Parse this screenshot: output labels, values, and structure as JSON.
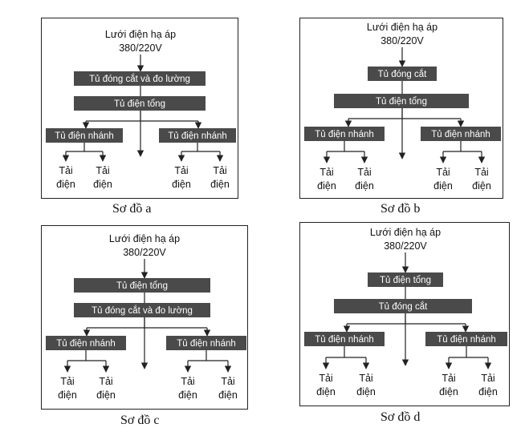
{
  "diagrams": [
    {
      "caption": "Sơ đồ a",
      "source": [
        "Lưới điện hạ áp",
        "380/220V"
      ],
      "top_boxes": [
        "Tủ đóng cắt và đo lường",
        "Tủ điện tổng"
      ],
      "branch_label": "Tủ điện nhánh",
      "load": [
        "Tải",
        "điện"
      ]
    },
    {
      "caption": "Sơ đồ b",
      "source": [
        "Lưới điện hạ áp",
        "380/220V"
      ],
      "top_boxes": [
        "Tủ đóng cắt",
        "Tủ điện tổng"
      ],
      "branch_label": "Tủ điện nhánh",
      "load": [
        "Tải",
        "điện"
      ]
    },
    {
      "caption": "Sơ đồ c",
      "source": [
        "Lưới điện hạ áp",
        "380/220V"
      ],
      "top_boxes": [
        "Tủ điện tổng",
        "Tủ đóng cắt và đo lường"
      ],
      "branch_label": "Tủ điện nhánh",
      "load": [
        "Tải",
        "điện"
      ]
    },
    {
      "caption": "Sơ đồ d",
      "source": [
        "Lưới điện hạ áp",
        "380/220V"
      ],
      "top_boxes": [
        "Tủ điện tổng",
        "Tủ đóng cắt"
      ],
      "branch_label": "Tủ điện nhánh",
      "load": [
        "Tải",
        "điện"
      ]
    }
  ],
  "colors": {
    "box_fill": "#4a4a4a",
    "box_text": "#ffffff",
    "line": "#222222",
    "border": "#222222"
  }
}
